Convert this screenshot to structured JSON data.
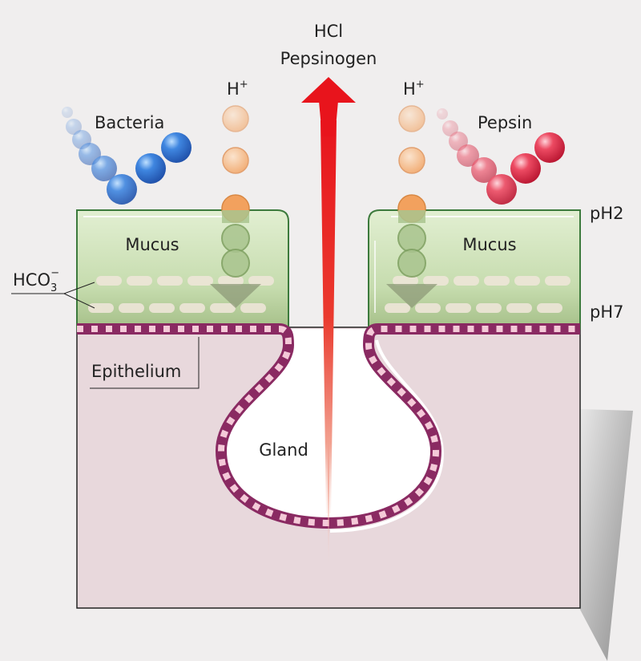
{
  "labels": {
    "secretion_line1": "HCl",
    "secretion_line2": "Pepsinogen",
    "proton_left": "H",
    "proton_right": "H",
    "proton_sup": "+",
    "bacteria": "Bacteria",
    "pepsin": "Pepsin",
    "mucus_left": "Mucus",
    "mucus_right": "Mucus",
    "ph_top": "pH2",
    "ph_bottom": "pH7",
    "bicarbonate_base": "HCO",
    "bicarbonate_sub": "3",
    "bicarbonate_sup": "−",
    "epithelium": "Epithelium",
    "gland": "Gland"
  },
  "colors": {
    "background": "#f0eeee",
    "tissue": "#e8d8dc",
    "mucus_top": "#dcebc9",
    "mucus_bottom": "#a9c48e",
    "epithelium": "#8a2a62",
    "epithelium_cell": "#f4c9d8",
    "acid_arrow": "#e8141c",
    "bacteria": "#2f6fd0",
    "pepsin": "#e43a52",
    "proton": "#f2a15e"
  }
}
